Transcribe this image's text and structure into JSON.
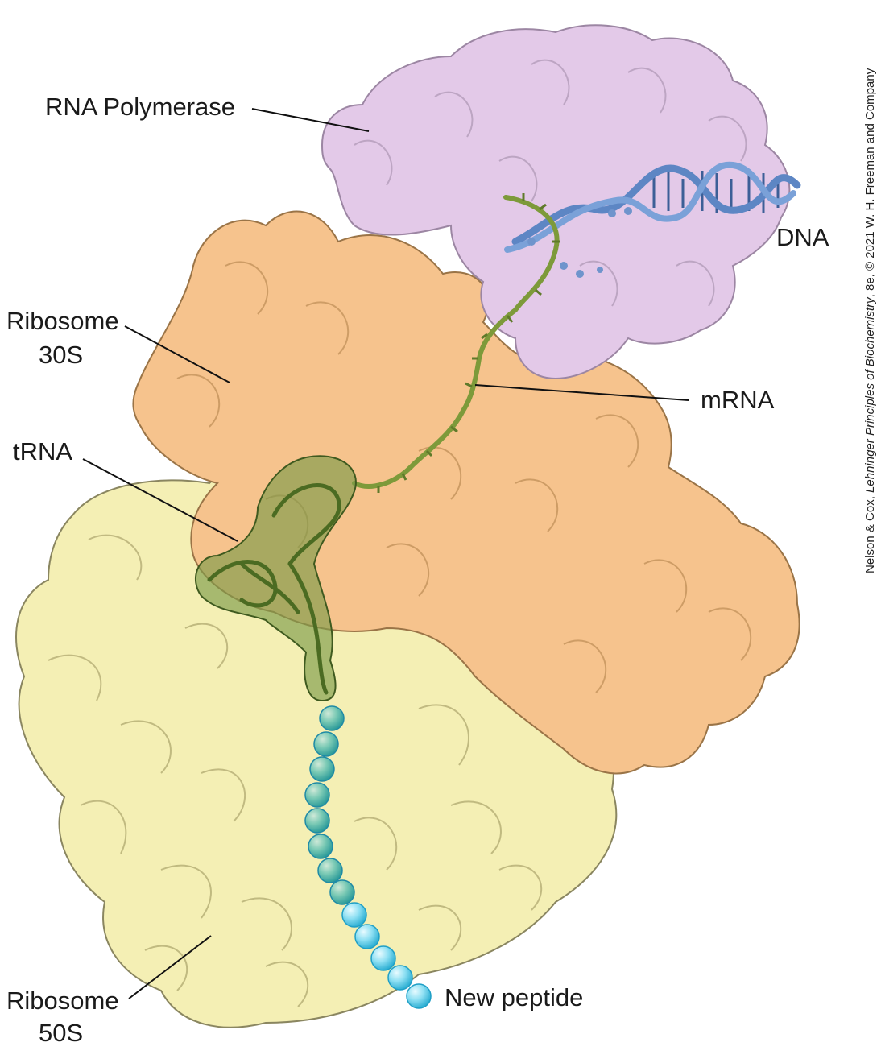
{
  "labels": {
    "rna_polymerase": "RNA Polymerase",
    "dna": "DNA",
    "ribosome_30s_line1": "Ribosome",
    "ribosome_30s_line2": "30S",
    "mrna": "mRNA",
    "trna": "tRNA",
    "ribosome_50s_line1": "Ribosome",
    "ribosome_50s_line2": "50S",
    "new_peptide": "New peptide"
  },
  "credit": {
    "authors": "Nelson & Cox, ",
    "book": "Lehninger Principles of Biochemistry",
    "rest": ", 8e, © 2021 W. H. Freeman and Company"
  },
  "colors": {
    "polymerase": "#e3c9e8",
    "ribosome_30s": "#f6c38d",
    "ribosome_50s": "#f4efb4",
    "mrna": "#7d9a3a",
    "trna": "#5c7a2c",
    "dna": "#5d86c4",
    "peptide": "#5fd0ea"
  }
}
